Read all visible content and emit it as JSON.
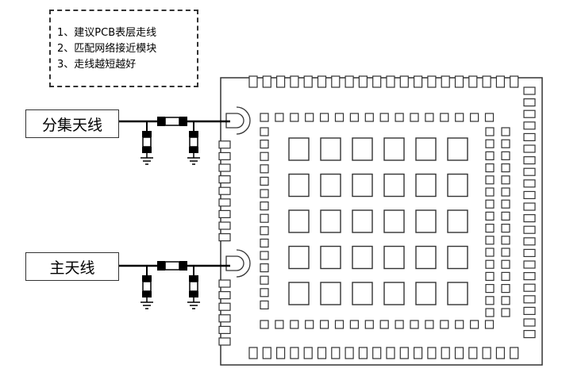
{
  "notes": {
    "items": [
      "1、建议PCB表层走线",
      "2、匹配网络接近模块",
      "3、走线越短越好"
    ]
  },
  "antennas": {
    "diversity_label": "分集天线",
    "main_label": "主天线"
  },
  "colors": {
    "line": "#000000",
    "outline": "#333333",
    "background": "#ffffff"
  }
}
